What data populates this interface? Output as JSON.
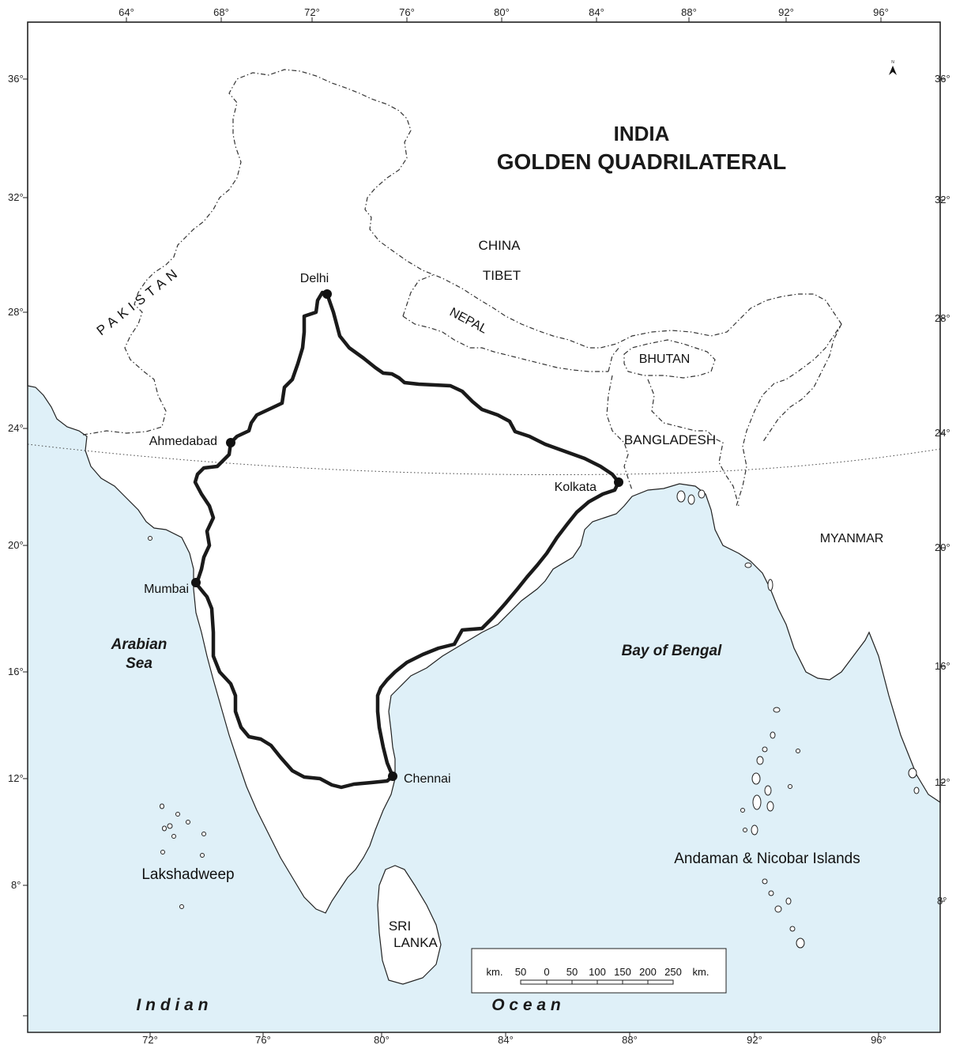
{
  "map": {
    "title_line1": "INDIA",
    "title_line2": "GOLDEN QUADRILATERAL",
    "countries": {
      "pakistan": "PAKISTAN",
      "china": "CHINA",
      "tibet": "TIBET",
      "nepal": "NEPAL",
      "bhutan": "BHUTAN",
      "bangladesh": "BANGLADESH",
      "myanmar": "MYANMAR",
      "sri_lanka_1": "SRI",
      "sri_lanka_2": "LANKA"
    },
    "water": {
      "arabian_1": "Arabian",
      "arabian_2": "Sea",
      "bay": "Bay of Bengal",
      "indian": "I n d i a n",
      "ocean": "O c e a n"
    },
    "islands": {
      "lakshadweep": "Lakshadweep",
      "andaman": "Andaman & Nicobar Islands"
    },
    "cities": {
      "delhi": "Delhi",
      "ahmedabad": "Ahmedabad",
      "mumbai": "Mumbai",
      "chennai": "Chennai",
      "kolkata": "Kolkata"
    },
    "top_ticks": [
      "64°",
      "68°",
      "72°",
      "76°",
      "80°",
      "84°",
      "88°",
      "92°",
      "96°"
    ],
    "bottom_ticks": [
      "72°",
      "76°",
      "80°",
      "84°",
      "88°",
      "92°",
      "96°"
    ],
    "left_ticks": [
      "36°",
      "32°",
      "28°",
      "24°",
      "20°",
      "16°",
      "12°",
      "8°"
    ],
    "right_ticks": [
      "36°",
      "32°",
      "28°",
      "24°",
      "20°",
      "16°",
      "12°",
      "8°"
    ],
    "scale": {
      "km_left": "km.",
      "km_right": "km.",
      "values": [
        "50",
        "0",
        "50",
        "100",
        "150",
        "200",
        "250"
      ]
    },
    "north_symbol": "N",
    "colors": {
      "sea": "#dff0f8",
      "route": "#1a1a1a",
      "border": "#333333"
    }
  }
}
